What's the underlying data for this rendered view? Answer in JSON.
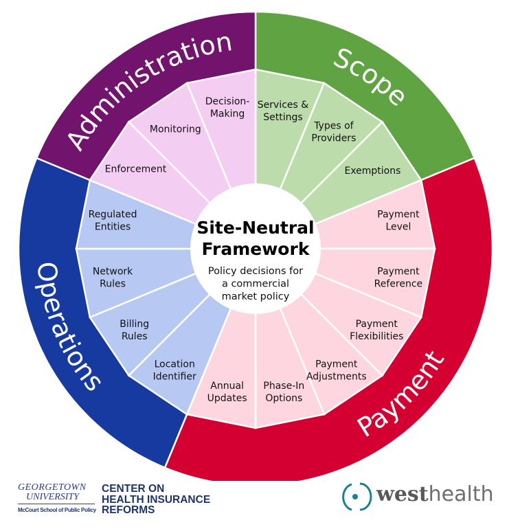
{
  "center": {
    "title_lines": [
      "Site-Neutral",
      "Framework"
    ],
    "subtitle_lines": [
      "Policy decisions for",
      "a commercial",
      "market policy"
    ]
  },
  "categories": [
    {
      "name": "Scope",
      "color": "#5fa343",
      "inner_color": "#bcdcab",
      "items": [
        [
          "Services &",
          "Settings"
        ],
        [
          "Types of",
          "Providers"
        ],
        [
          "Exemptions"
        ]
      ]
    },
    {
      "name": "Payment",
      "color": "#d40032",
      "inner_color": "#fdd6df",
      "items": [
        [
          "Payment",
          "Level"
        ],
        [
          "Payment",
          "Reference"
        ],
        [
          "Payment",
          "Flexibilities"
        ],
        [
          "Payment",
          "Adjustments"
        ],
        [
          "Phase-In",
          "Options"
        ],
        [
          "Annual",
          "Updates"
        ]
      ]
    },
    {
      "name": "Operations",
      "color": "#173aa0",
      "inner_color": "#b7c9f3",
      "items": [
        [
          "Location",
          "Identifier"
        ],
        [
          "Billing",
          "Rules"
        ],
        [
          "Network",
          "Rules"
        ],
        [
          "Regulated",
          "Entities"
        ]
      ]
    },
    {
      "name": "Administration",
      "color": "#72136d",
      "inner_color": "#f4cdf3",
      "items": [
        [
          "Enforcement"
        ],
        [
          "Monitoring"
        ],
        [
          "Decision-",
          "Making"
        ]
      ]
    }
  ],
  "logos": {
    "georgetown": {
      "line1": "GEORGETOWN",
      "line2": "UNIVERSITY",
      "line3": "McCourt School of Public Policy"
    },
    "chir": {
      "lines": [
        "CENTER ON",
        "HEALTH INSURANCE",
        "REFORMS"
      ]
    },
    "westhealth": {
      "west": "west",
      "health": "health",
      "color": "#1b7f8d"
    }
  }
}
